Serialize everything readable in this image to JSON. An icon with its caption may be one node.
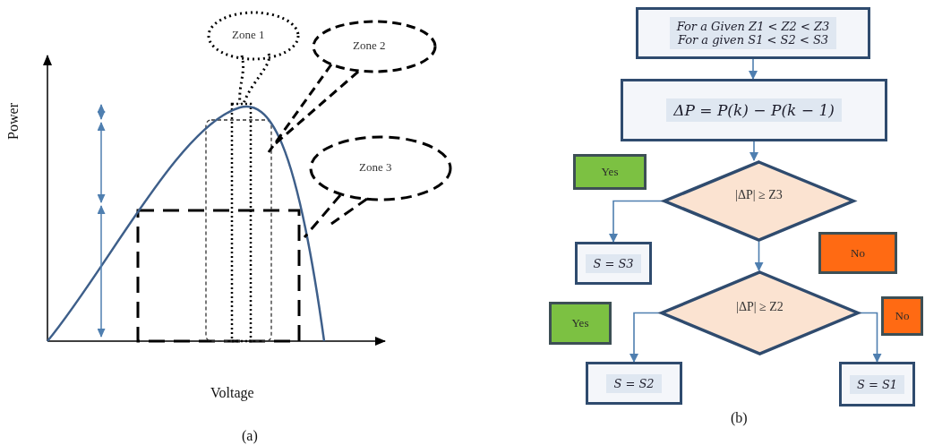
{
  "diagram": {
    "nodes": [
      {
        "text": [
          "Zone 1"
        ]
      },
      {
        "text": [
          "Zone 2"
        ]
      },
      {
        "text": [
          "Zone 3"
        ]
      },
      {
        "text": [
          "For a Given Z1 < Z2 < Z3",
          "For a given S1 < S2 < S3"
        ]
      },
      {
        "text": [
          "ΔP = P(k) − P(k − 1)"
        ]
      },
      {
        "text": [
          "Yes"
        ]
      },
      {
        "text": [
          "|ΔP| ≥ Z3"
        ]
      },
      {
        "text": [
          "S = S3"
        ]
      },
      {
        "text": [
          "No"
        ]
      },
      {
        "text": [
          "|ΔP| ≥ Z2"
        ]
      },
      {
        "text": [
          "Yes"
        ]
      },
      {
        "text": [
          "No"
        ]
      },
      {
        "text": [
          "S = S2"
        ]
      },
      {
        "text": [
          "S = S1"
        ]
      }
    ],
    "edges": [
      {
        "from": 3,
        "to": 4,
        "arrow": "to"
      },
      {
        "from": 4,
        "to": 6,
        "arrow": "to"
      },
      {
        "from": 6,
        "to": 7,
        "arrow": "to"
      },
      {
        "from": 6,
        "to": 9,
        "arrow": "to"
      },
      {
        "from": 9,
        "to": 12,
        "arrow": "to"
      },
      {
        "from": 9,
        "to": 13,
        "arrow": "to"
      }
    ],
    "labels": [
      "Power",
      "Voltage",
      "(a)",
      "(b)"
    ]
  }
}
